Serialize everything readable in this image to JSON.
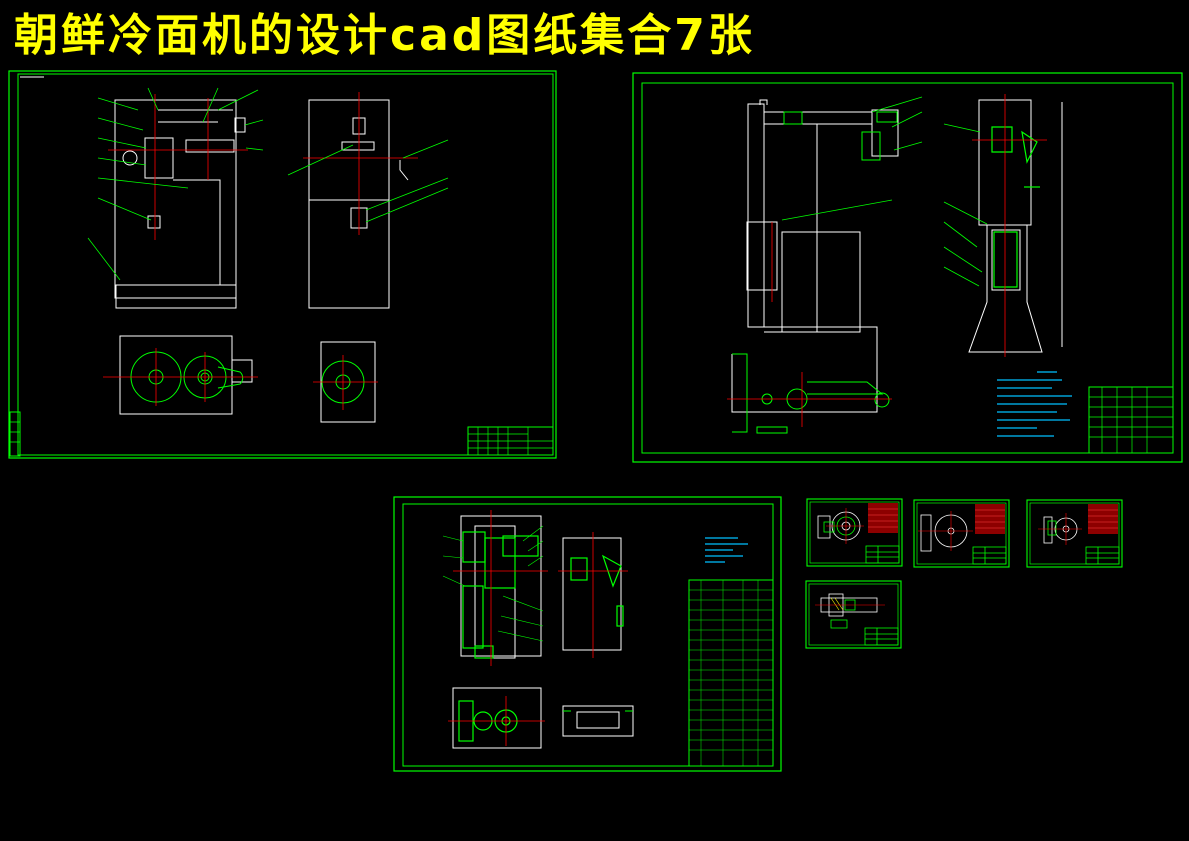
{
  "title": "朝鲜冷面机的设计cad图纸集合7张",
  "sheet_count": 7,
  "colors": {
    "background": "#000000",
    "title": "#ffff00",
    "frame": "#00ff00",
    "outline": "#ffffff",
    "centerline": "#ff0000",
    "leader": "#00ff00",
    "notes": "#00bfff",
    "hatch": "#ffff00"
  },
  "sheets": [
    {
      "id": "sheet-1",
      "name": "assembly-front-side-top"
    },
    {
      "id": "sheet-2",
      "name": "assembly-general"
    },
    {
      "id": "sheet-3",
      "name": "gearbox-assembly"
    },
    {
      "id": "sheet-4",
      "name": "part-drawing-a"
    },
    {
      "id": "sheet-5",
      "name": "part-drawing-b"
    },
    {
      "id": "sheet-6",
      "name": "part-drawing-c"
    },
    {
      "id": "sheet-7",
      "name": "part-drawing-d"
    }
  ]
}
